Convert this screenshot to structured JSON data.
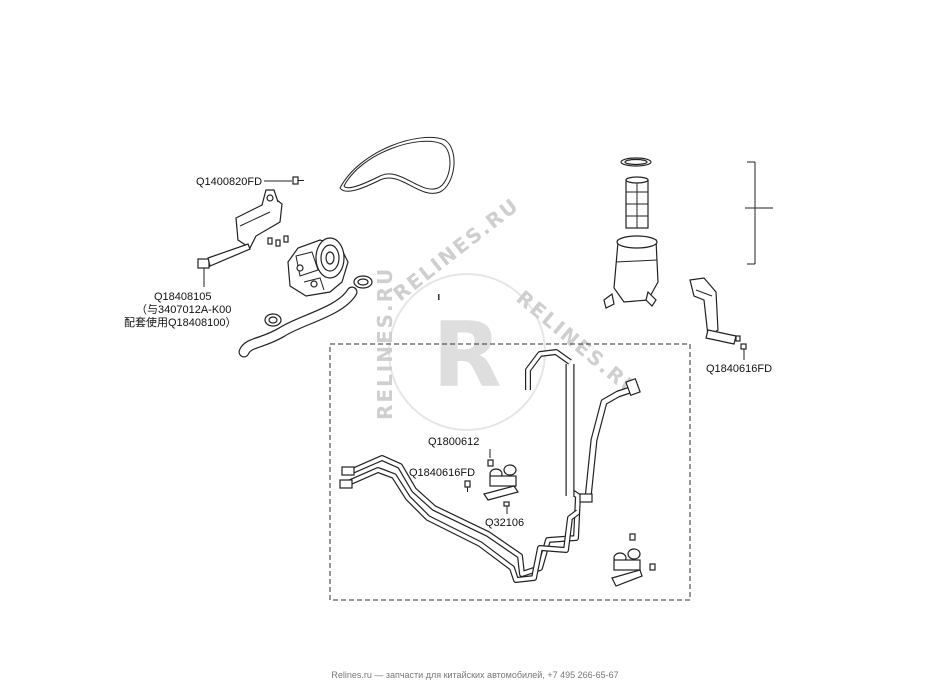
{
  "watermark": {
    "text": "RELINES.RU",
    "letter": "R"
  },
  "labels": {
    "q1400820fd": "Q1400820FD",
    "q18408105": "Q18408105",
    "q18408105_note1": "（与3407012A-K00",
    "q18408105_note2": "配套使用Q18408100）",
    "q1840616fd_right": "Q1840616FD",
    "q1800612": "Q1800612",
    "q1840616fd_center": "Q1840616FD",
    "q32106": "Q32106"
  },
  "footer": {
    "text": "Relines.ru — запчасти для китайских автомобилей, +7 495 266-65-67"
  }
}
